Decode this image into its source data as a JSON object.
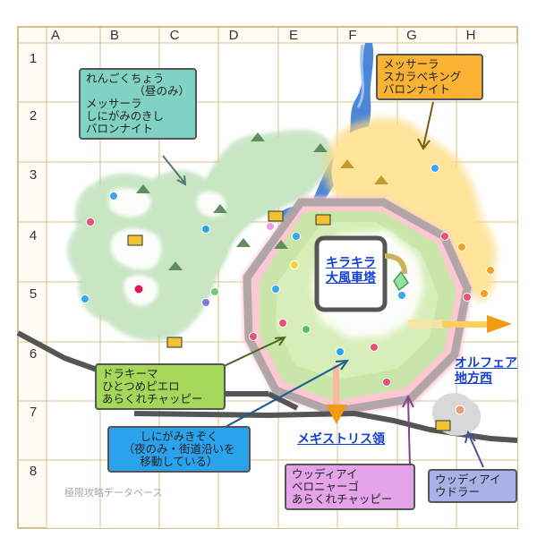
{
  "columns": [
    "A",
    "B",
    "C",
    "D",
    "E",
    "F",
    "G",
    "H"
  ],
  "rows": [
    "1",
    "2",
    "3",
    "4",
    "5",
    "6",
    "7",
    "8"
  ],
  "callouts": [
    {
      "lines": [
        "れんごくちょう",
        "（昼のみ）",
        "メッサーラ",
        "しにがみのきし",
        "バロンナイト"
      ],
      "color": "#7fd2c4"
    },
    {
      "lines": [
        "メッサーラ",
        "スカラベキング",
        "バロンナイト"
      ],
      "color": "#f9b233"
    },
    {
      "lines": [
        "ドラキーマ",
        "ひとつめピエロ",
        "あらくれチャッピー"
      ],
      "color": "#a5d85a"
    },
    {
      "lines": [
        "しにがみきぞく",
        "（夜のみ・街道沿いを",
        "移動している）"
      ],
      "color": "#2aa3ec"
    },
    {
      "lines": [
        "ウッディアイ",
        "ベロニャーゴ",
        "あらくれチャッピー"
      ],
      "color": "#e5a3ea"
    },
    {
      "lines": [
        "ウッディアイ",
        "ウドラー"
      ],
      "color": "#a9b2e6"
    }
  ],
  "places": {
    "center": [
      "キラキラ",
      "大風車塔"
    ],
    "east": [
      "オルフェア",
      "地方西"
    ],
    "south": "メギストリス領"
  },
  "watermark": "極限攻略データベース"
}
